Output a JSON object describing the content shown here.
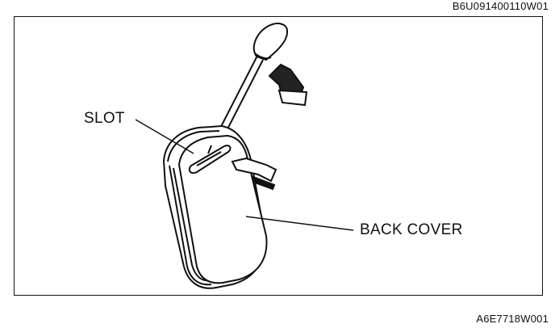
{
  "figure": {
    "code_top": "B6U091400110W01",
    "code_bottom": "A6E7718W001",
    "labels": {
      "slot": "SLOT",
      "back_cover": "BACK COVER"
    }
  }
}
